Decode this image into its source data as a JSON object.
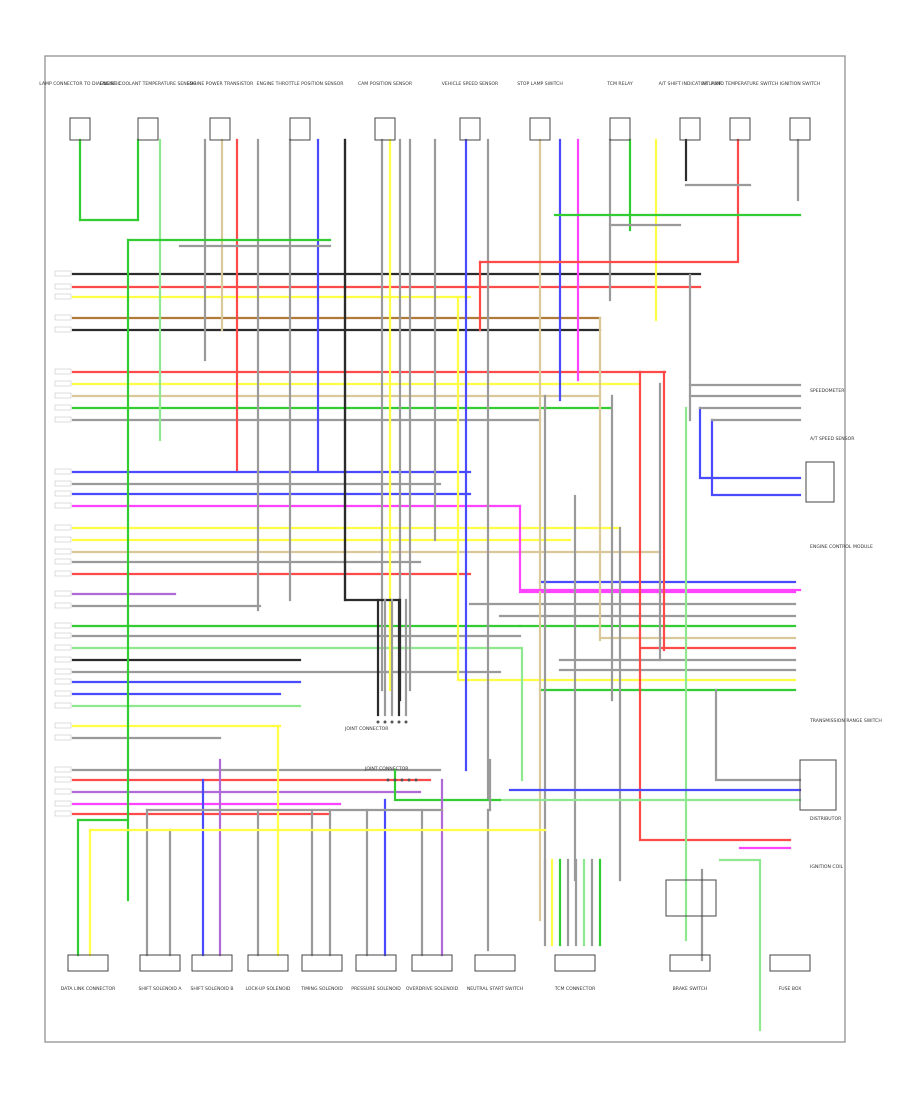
{
  "diagram": {
    "frame_label": "",
    "top_components": [
      {
        "label": "LAMP CONNECTOR TO DIAGNOSTIC"
      },
      {
        "label": "ENGINE COOLANT TEMPERATURE SENSOR"
      },
      {
        "label": "ENGINE POWER TRANSISTOR"
      },
      {
        "label": "ENGINE THROTTLE POSITION SENSOR"
      },
      {
        "label": "CAM POSITION SENSOR"
      },
      {
        "label": "VEHICLE SPEED SENSOR"
      },
      {
        "label": "STOP LAMP SWITCH"
      },
      {
        "label": "TCM RELAY"
      },
      {
        "label": "A/T SHIFT INDICATOR LAMP"
      },
      {
        "label": "A/T FLUID TEMPERATURE SWITCH"
      },
      {
        "label": "IGNITION SWITCH"
      }
    ],
    "bottom_components": [
      {
        "label": "DATA LINK CONNECTOR"
      },
      {
        "label": "SHIFT SOLENOID A"
      },
      {
        "label": "SHIFT SOLENOID B"
      },
      {
        "label": "LOCK-UP SOLENOID"
      },
      {
        "label": "TIMING SOLENOID"
      },
      {
        "label": "PRESSURE SOLENOID"
      },
      {
        "label": "OVERDRIVE SOLENOID"
      },
      {
        "label": "NEUTRAL START SWITCH"
      },
      {
        "label": "TCM CONNECTOR"
      },
      {
        "label": "BRAKE SWITCH"
      },
      {
        "label": "FUSE BOX"
      }
    ],
    "right_components": [
      {
        "label": "SPEEDOMETER"
      },
      {
        "label": "A/T SPEED SENSOR"
      },
      {
        "label": "ENGINE CONTROL MODULE"
      },
      {
        "label": "TRANSMISSION RANGE SWITCH"
      },
      {
        "label": "DISTRIBUTOR"
      },
      {
        "label": "IGNITION COIL"
      }
    ],
    "middle_labels": [
      {
        "label": "JOINT CONNECTOR"
      },
      {
        "label": "JOINT CONNECTOR"
      }
    ],
    "wire_colors": {
      "black": "#2b2b2b",
      "gray": "#9a9a9a",
      "red": "#ff4a4a",
      "green": "#33cc33",
      "lightgreen": "#8fe88f",
      "yellow": "#ffff44",
      "blue": "#4a4aff",
      "pink": "#ff44ff",
      "brown": "#b07a3a",
      "tan": "#d8c89a",
      "violet": "#b06ad8"
    }
  }
}
